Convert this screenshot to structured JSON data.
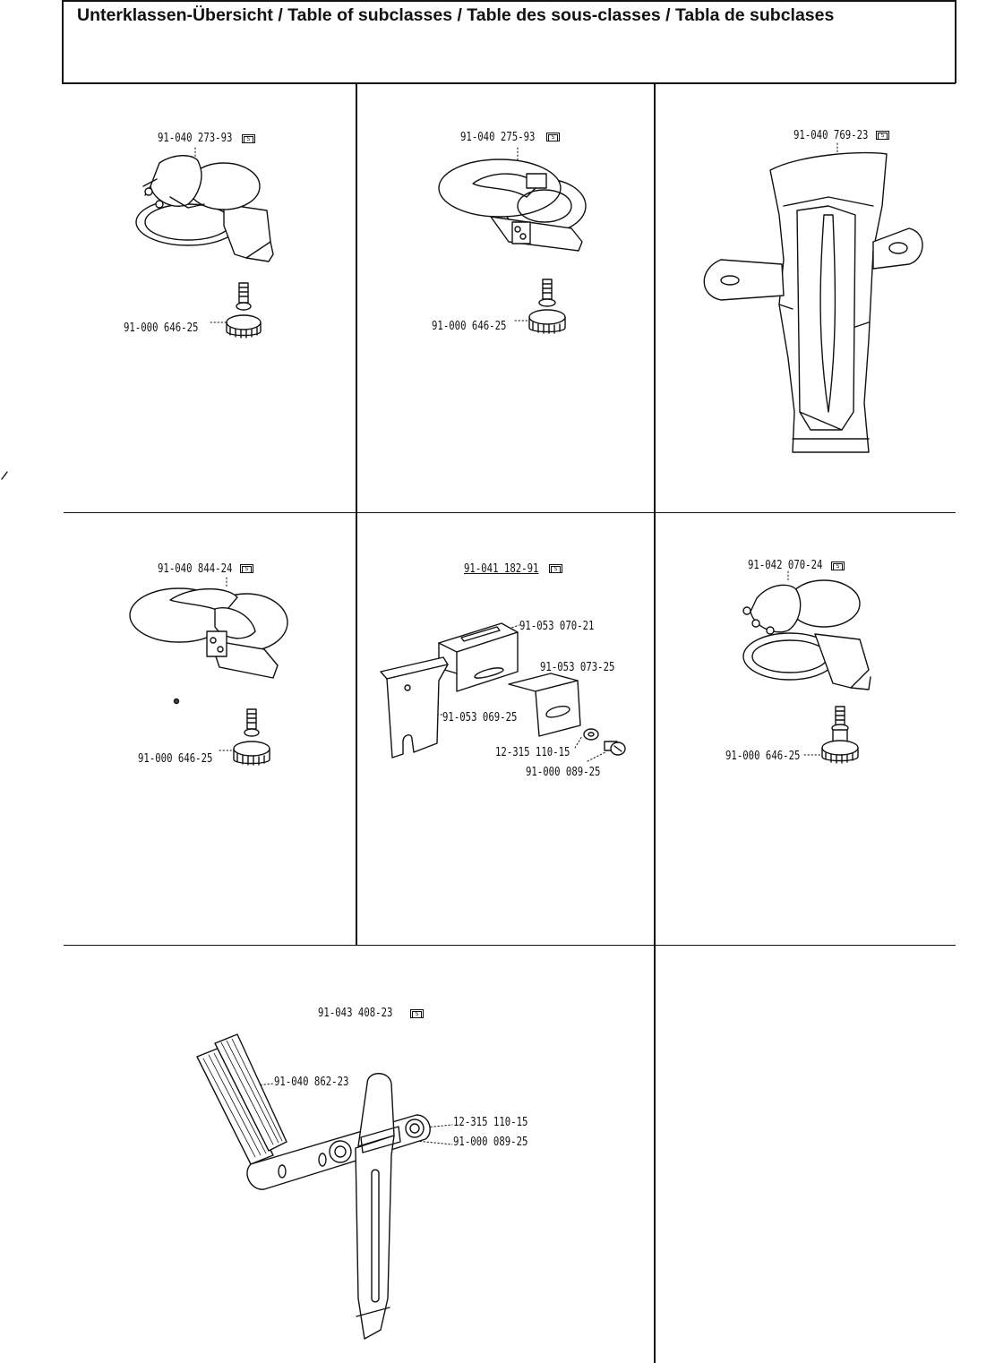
{
  "header": {
    "title": "Unterklassen-Übersicht / Table of subclasses / Table des sous-classes / Tabla de subclases"
  },
  "symbol": {
    "s_icon": "S"
  },
  "cells": [
    {
      "id": "c1",
      "main_part": "91-040 273-93",
      "parts": [
        "91-000 646-25"
      ]
    },
    {
      "id": "c2",
      "main_part": "91-040 275-93",
      "parts": [
        "91-000 646-25"
      ]
    },
    {
      "id": "c3",
      "main_part": "91-040 769-23",
      "parts": []
    },
    {
      "id": "c4",
      "main_part": "91-040 844-24",
      "parts": [
        "91-000 646-25"
      ]
    },
    {
      "id": "c5",
      "main_part": "91-041 182-91",
      "parts": [
        "91-053 070-21",
        "91-053 073-25",
        "91-053 069-25",
        "12-315 110-15",
        "91-000 089-25"
      ]
    },
    {
      "id": "c6",
      "main_part": "91-042 070-24",
      "parts": [
        "91-000 646-25"
      ]
    },
    {
      "id": "c7",
      "main_part": "91-043 408-23",
      "parts": [
        "91-040 862-23",
        "12-315 110-15",
        "91-000 089-25"
      ]
    }
  ]
}
